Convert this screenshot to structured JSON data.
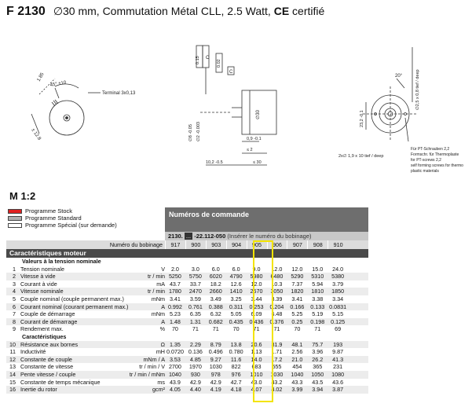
{
  "header": {
    "code": "F 2130",
    "description": "∅30 mm, Commutation Métal CLL, 2.5 Watt, ",
    "cert_mark": "CE",
    "cert_word": " certifié"
  },
  "drawing": {
    "left": {
      "dim1": "1.85",
      "angle": "45° ±10",
      "dim2": "± 12.8",
      "terminal": "Terminal  3x0,13"
    },
    "middle": {
      "tol1": "0.15",
      "tol2": "C",
      "tol3": "0.02",
      "ref": "C",
      "d1": "∅8 -0.05",
      "d2": "∅2 -0.003",
      "d3": "∅30",
      "d4": "0,9 -0.1",
      "d5": "≤ 2",
      "d6": "10,2 -0.5",
      "d7": "≤ 30"
    },
    "right": {
      "angle": "20°",
      "holes": "∅2,5 x 0,8 tief / deep",
      "d1": "23,2 -0.1",
      "screws": "2x∅ 1,9 x 10 tief / deep",
      "note1": "Für PT-Schrauben 2,2",
      "note2": "Formschr. für Thermoplaste",
      "note3": "for PT-screws 2,2",
      "note4": "self forming screws for thermo",
      "note5": "plastic materials"
    }
  },
  "scale": "M 1:2",
  "legend": [
    {
      "label": "Programme Stock",
      "color": "#e02020"
    },
    {
      "label": "Programme Standard",
      "color": "#b0b0b0"
    },
    {
      "label": "Programme Spécial (sur demande)",
      "color": "#ffffff"
    }
  ],
  "order": {
    "title": "Numéros de commande",
    "prefix": "2130.",
    "box": "...",
    "suffix": " -22.112-050",
    "insert": " (Insérer le numéro du bobinage)",
    "winding_label": "Numéro du bobinage",
    "windings": [
      "917",
      "900",
      "903",
      "904",
      "905",
      "906",
      "907",
      "908",
      "910"
    ]
  },
  "characteristics": {
    "title": "Caractéristiques moteur",
    "rows": [
      {
        "type": "sect",
        "label": "Valeurs à la tension nominale"
      },
      {
        "n": "1",
        "label": "Tension nominale",
        "unit": "V",
        "values": [
          "2.0",
          "3.0",
          "6.0",
          "6.0",
          "9.0",
          "12.0",
          "12.0",
          "15.0",
          "24.0"
        ]
      },
      {
        "n": "2",
        "label": "Vitesse à vide",
        "unit": "tr / min",
        "values": [
          "5250",
          "5750",
          "6020",
          "4790",
          "5980",
          "6480",
          "5290",
          "5310",
          "5380"
        ]
      },
      {
        "n": "3",
        "label": "Courant à vide",
        "unit": "mA",
        "values": [
          "43.7",
          "33.7",
          "18.2",
          "12.6",
          "12.0",
          "10.3",
          "7.37",
          "5.94",
          "3.79"
        ]
      },
      {
        "n": "4",
        "label": "Vitesse nominale",
        "unit": "tr / min",
        "values": [
          "1780",
          "2470",
          "2660",
          "1410",
          "2570",
          "3050",
          "1820",
          "1810",
          "1850"
        ]
      },
      {
        "n": "5",
        "label": "Couple nominal (couple permanent max.)",
        "unit": "mNm",
        "values": [
          "3.41",
          "3.59",
          "3.49",
          "3.25",
          "3.44",
          "3.39",
          "3.41",
          "3.38",
          "3.34"
        ]
      },
      {
        "n": "6",
        "label": "Courant nominal (courant permanent max.)",
        "unit": "A",
        "values": [
          "0.992",
          "0.761",
          "0.388",
          "0.311",
          "0.253",
          "0.204",
          "0.166",
          "0.133",
          "0.0831"
        ]
      },
      {
        "n": "7",
        "label": "Couple de démarrage",
        "unit": "mNm",
        "values": [
          "5.23",
          "6.35",
          "6.32",
          "5.05",
          "6.09",
          "6.48",
          "5.25",
          "5.19",
          "5.15"
        ]
      },
      {
        "n": "8",
        "label": "Courant de démarrage",
        "unit": "A",
        "values": [
          "1.48",
          "1.31",
          "0.682",
          "0.435",
          "0.436",
          "0.376",
          "0.25",
          "0.198",
          "0.125"
        ]
      },
      {
        "n": "9",
        "label": "Rendement max.",
        "unit": "%",
        "values": [
          "70",
          "71",
          "71",
          "70",
          "71",
          "71",
          "70",
          "71",
          "69"
        ]
      },
      {
        "type": "sect",
        "label": "Caractéristiques"
      },
      {
        "n": "10",
        "label": "Résistance aux bornes",
        "unit": "Ω",
        "values": [
          "1.35",
          "2.29",
          "8.79",
          "13.8",
          "20.6",
          "31.9",
          "48.1",
          "75.7",
          "193"
        ]
      },
      {
        "n": "11",
        "label": "Inductivité",
        "unit": "mH",
        "values": [
          "0.0720",
          "0.136",
          "0.496",
          "0.780",
          "1.13",
          "1.71",
          "2.56",
          "3.96",
          "9.87"
        ]
      },
      {
        "n": "12",
        "label": "Constante de couple",
        "unit": "mNm / A",
        "values": [
          "3.53",
          "4.85",
          "9.27",
          "11.6",
          "14.0",
          "17.2",
          "21.0",
          "26.2",
          "41.3"
        ]
      },
      {
        "n": "13",
        "label": "Constante de vitesse",
        "unit": "tr / min / V",
        "values": [
          "2700",
          "1970",
          "1030",
          "822",
          "683",
          "555",
          "454",
          "365",
          "231"
        ]
      },
      {
        "n": "14",
        "label": "Pente vitesse / couple",
        "unit": "tr / min / mNm",
        "values": [
          "1040",
          "930",
          "978",
          "976",
          "1010",
          "1030",
          "1040",
          "1050",
          "1080"
        ]
      },
      {
        "n": "15",
        "label": "Constante de temps mécanique",
        "unit": "ms",
        "values": [
          "43.9",
          "42.9",
          "42.9",
          "42.7",
          "43.0",
          "43.2",
          "43.3",
          "43.5",
          "43.6"
        ]
      },
      {
        "n": "16",
        "label": "Inertie du rotor",
        "unit": "gcm²",
        "values": [
          "4.05",
          "4.40",
          "4.19",
          "4.18",
          "4.07",
          "4.02",
          "3.99",
          "3.94",
          "3.87"
        ]
      }
    ]
  }
}
